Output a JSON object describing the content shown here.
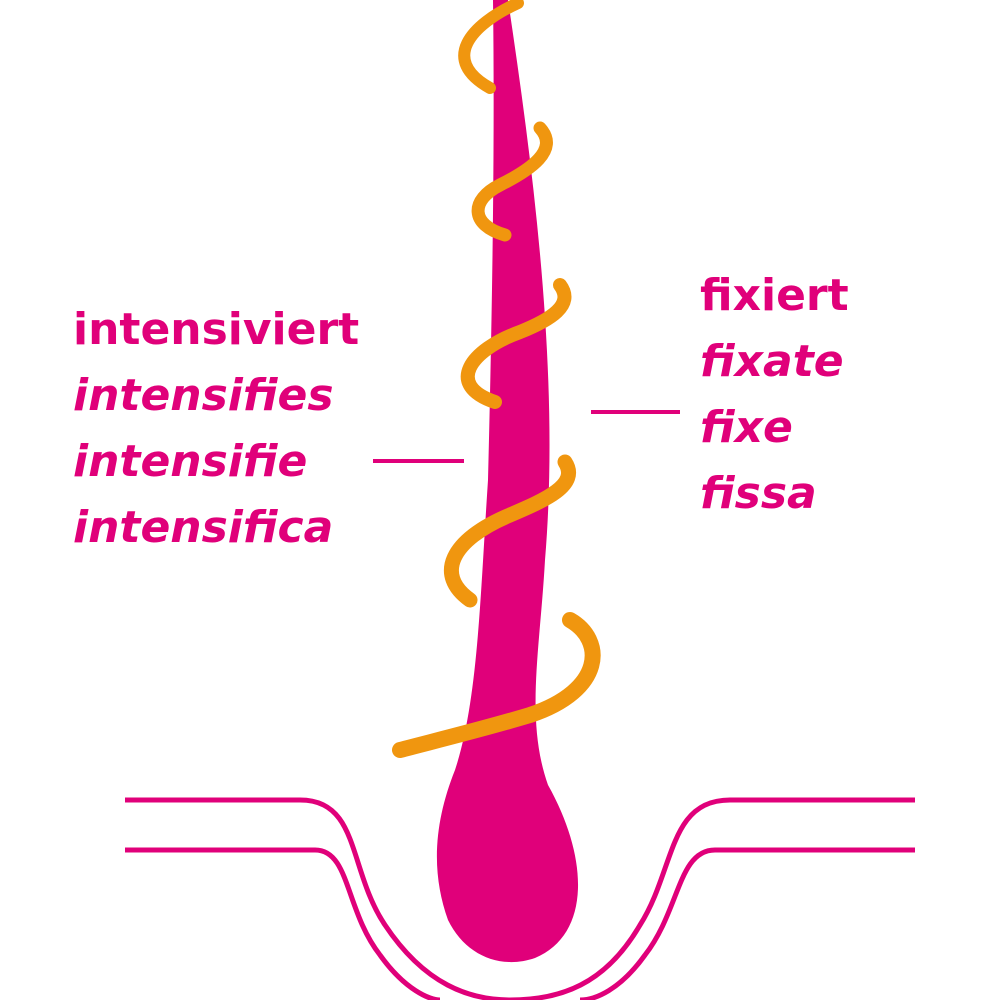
{
  "colors": {
    "hair": "#e0007a",
    "spiral": "#f0960f",
    "text": "#e0007a",
    "background": "#ffffff"
  },
  "left_labels": {
    "primary": "intensiviert",
    "translations": [
      "intensifies",
      "intensifie",
      "intensifica"
    ]
  },
  "right_labels": {
    "primary": "fixiert",
    "translations": [
      "fixate",
      "fixe",
      "fissa"
    ]
  }
}
